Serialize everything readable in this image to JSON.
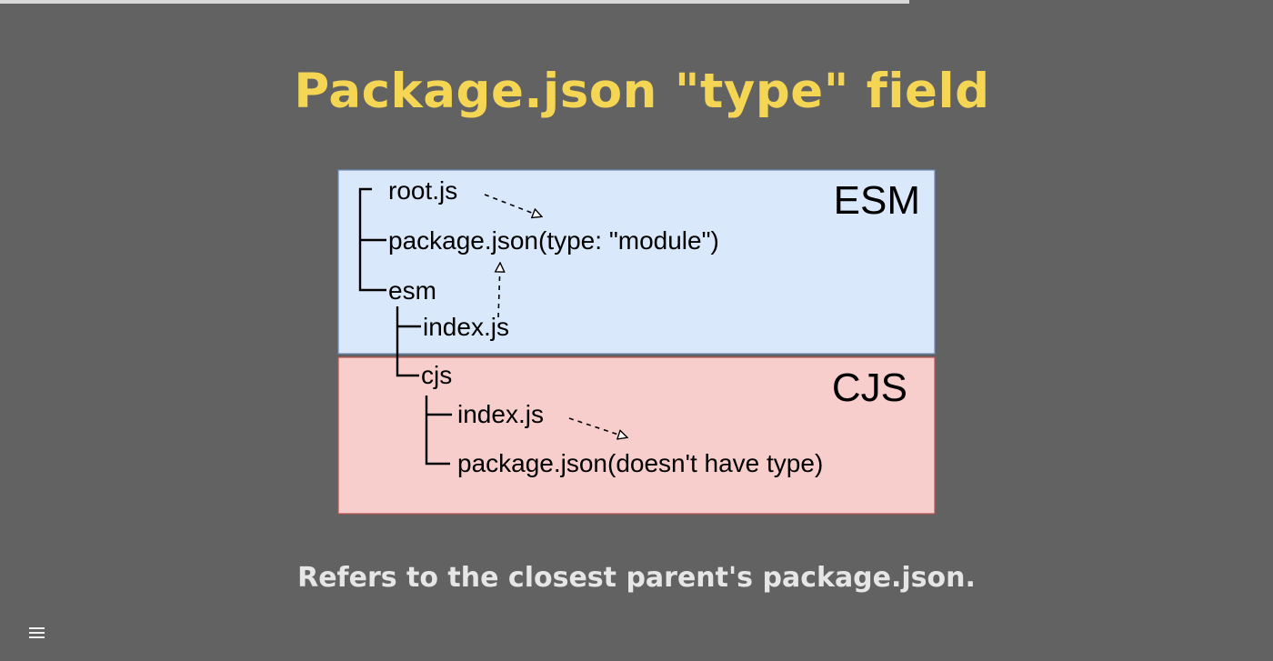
{
  "title": "Package.json \"type\" field",
  "subtitle": "Refers to the closest parent's package.json.",
  "progress": {
    "fraction": 0.714
  },
  "diagram": {
    "regions": {
      "esm": {
        "label": "ESM",
        "fill": "#dae8fc",
        "stroke": "#6c8ebf"
      },
      "cjs": {
        "label": "CJS",
        "fill": "#f8cecc",
        "stroke": "#b85450"
      }
    },
    "items": {
      "root_js": "root.js",
      "root_package_json": "package.json(type: \"module\")",
      "esm_folder": "esm",
      "esm_index_js": "index.js",
      "cjs_folder": "cjs",
      "cjs_index_js": "index.js",
      "cjs_package_json": "package.json(doesn't have type)"
    }
  },
  "menu": {
    "icon": "hamburger-menu-icon"
  }
}
